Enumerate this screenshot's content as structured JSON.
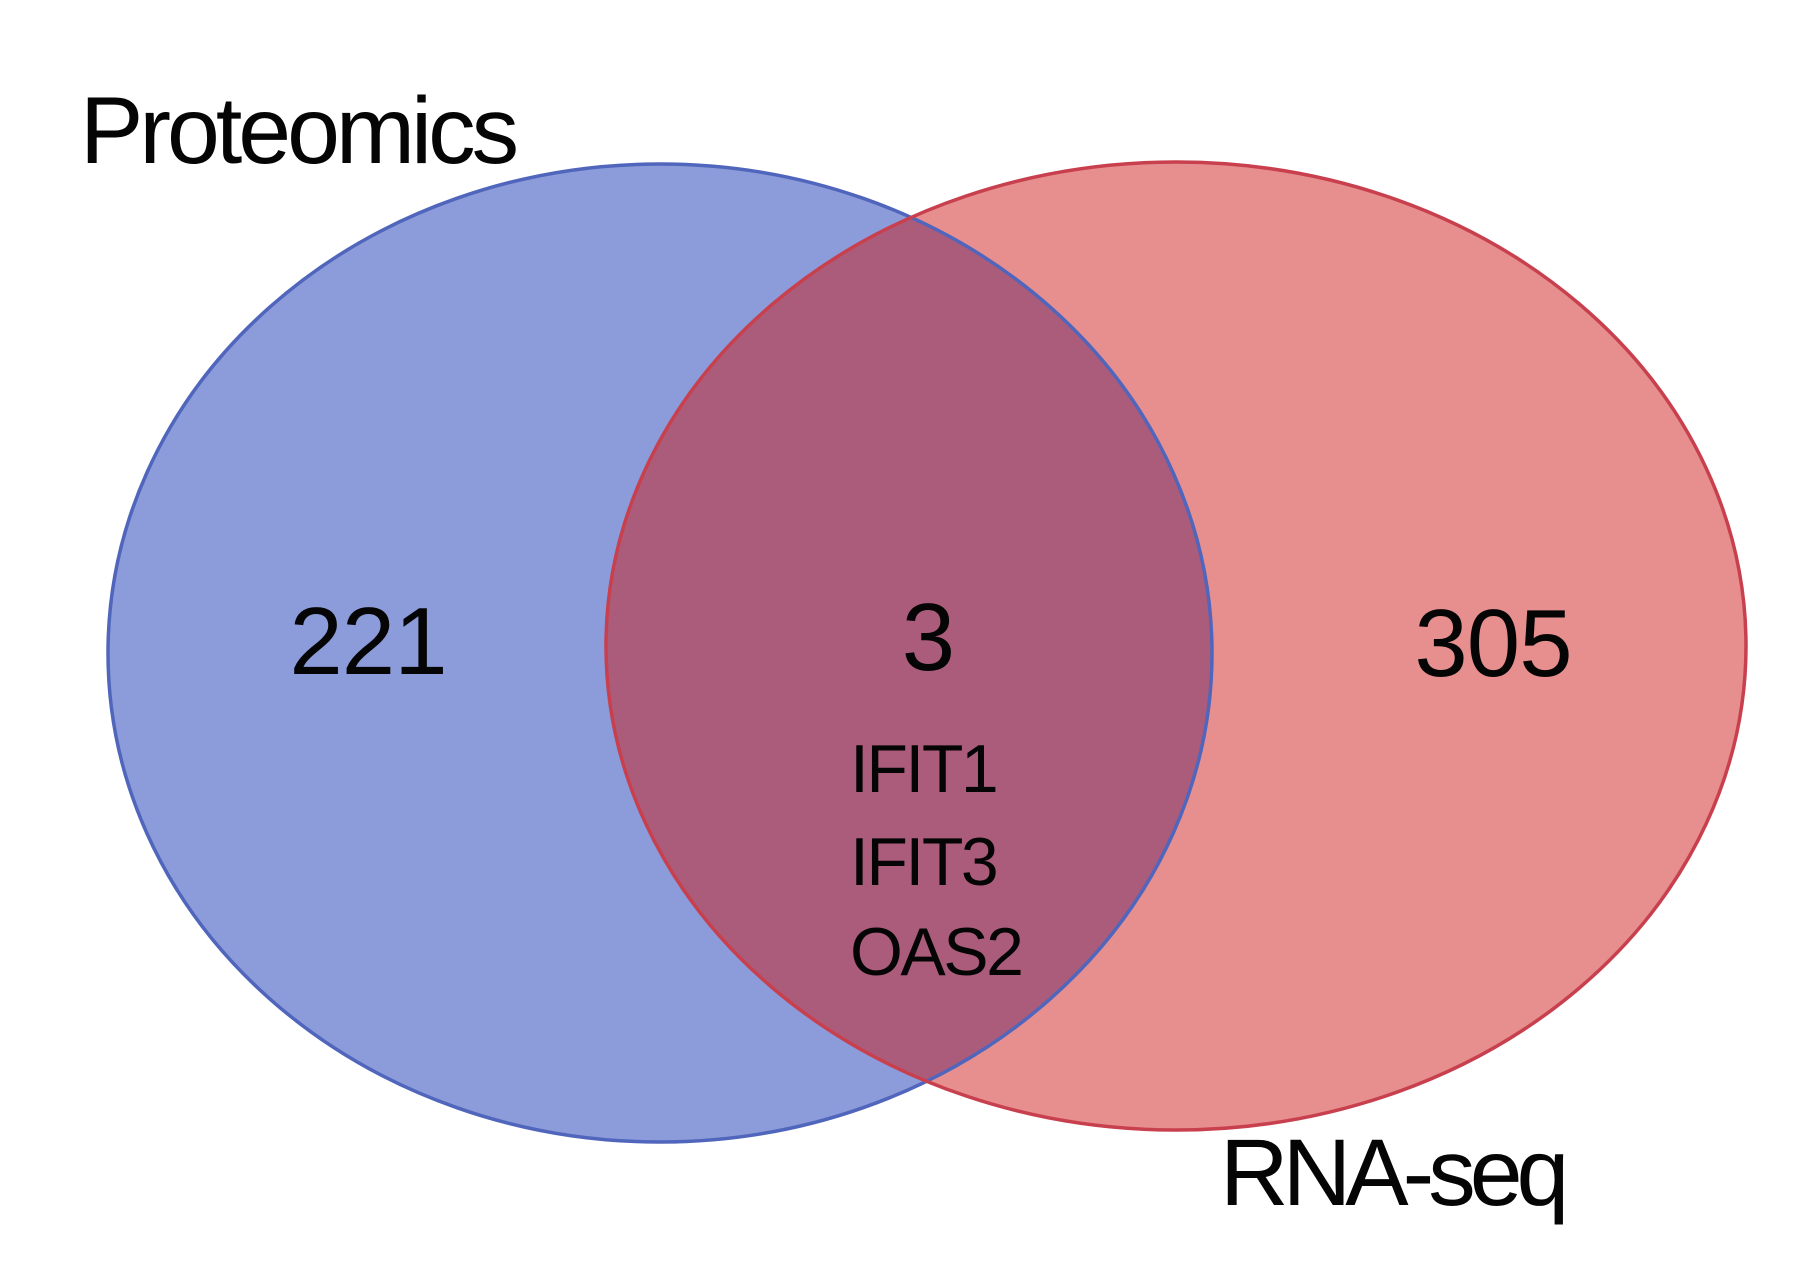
{
  "venn": {
    "background": "#FFFFFF",
    "text_color": "#000000",
    "left_set": {
      "label": "Proteomics",
      "count": "221",
      "fill": "#8C9BD9",
      "stroke": "#5065BC"
    },
    "right_set": {
      "label": "RNA-seq",
      "count": "305",
      "fill": "#E68F8E",
      "stroke": "#C8404E"
    },
    "overlap": {
      "count": "3",
      "fill": "#AC5C7B",
      "genes": [
        "IFIT1",
        "IFIT3",
        "OAS2"
      ]
    }
  },
  "chart_data": {
    "type": "venn",
    "sets": [
      "Proteomics",
      "RNA-seq"
    ],
    "region_values": {
      "proteomics_only": 221,
      "intersection": 3,
      "rnaseq_only": 305
    },
    "intersection_items": [
      "IFIT1",
      "IFIT3",
      "OAS2"
    ],
    "legend_position": "none",
    "grid": false
  }
}
